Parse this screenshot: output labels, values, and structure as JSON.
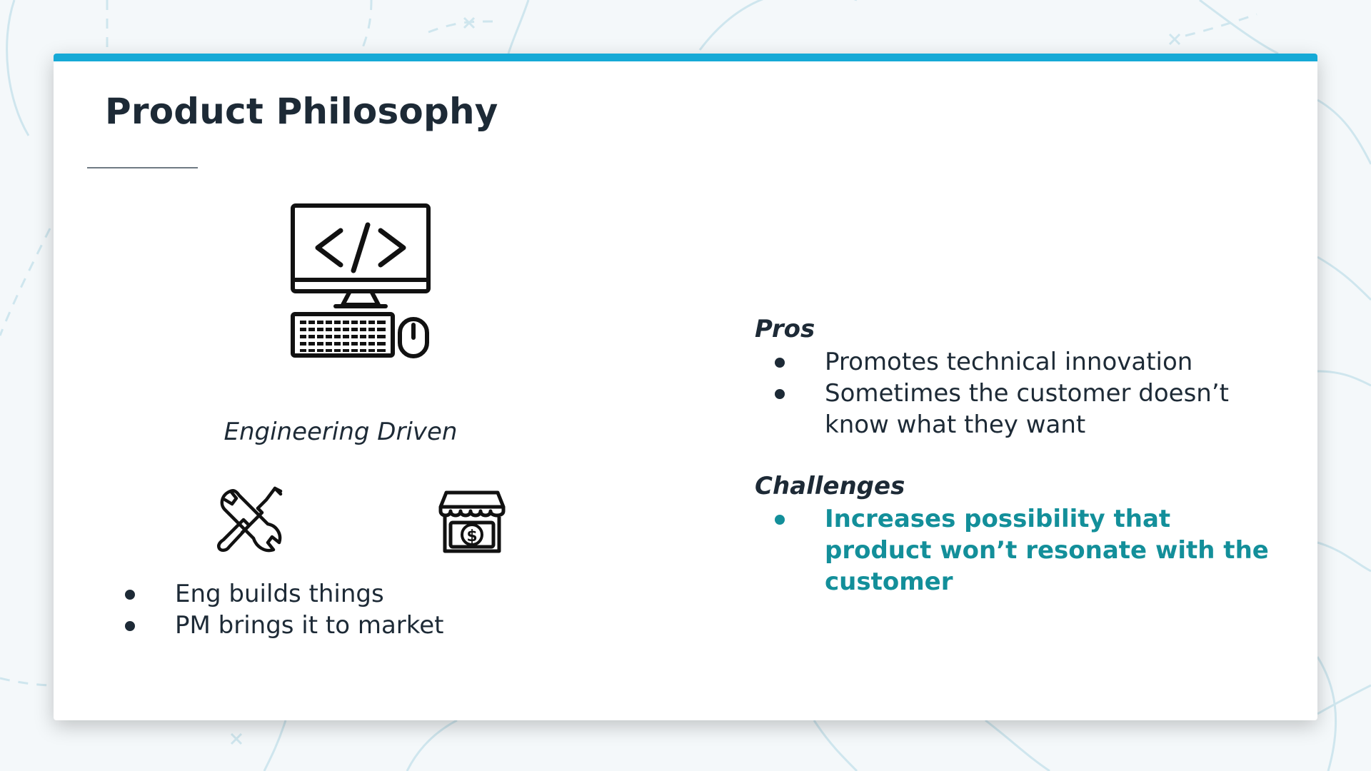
{
  "slide": {
    "title": "Product Philosophy",
    "accent_color": "#15a9d6",
    "highlight_color": "#138f9a"
  },
  "left": {
    "main_icon": "computer-code-icon",
    "caption": "Engineering Driven",
    "small_icons": [
      "tools-icon",
      "store-dollar-icon"
    ],
    "bullets": [
      "Eng builds things",
      "PM brings it to market"
    ]
  },
  "right": {
    "pros": {
      "heading": "Pros",
      "bullets": [
        "Promotes technical innovation",
        "Sometimes the customer doesn’t know what they want"
      ]
    },
    "challenges": {
      "heading": "Challenges",
      "bullets": [
        "Increases possibility that product won’t resonate with the customer"
      ]
    }
  }
}
